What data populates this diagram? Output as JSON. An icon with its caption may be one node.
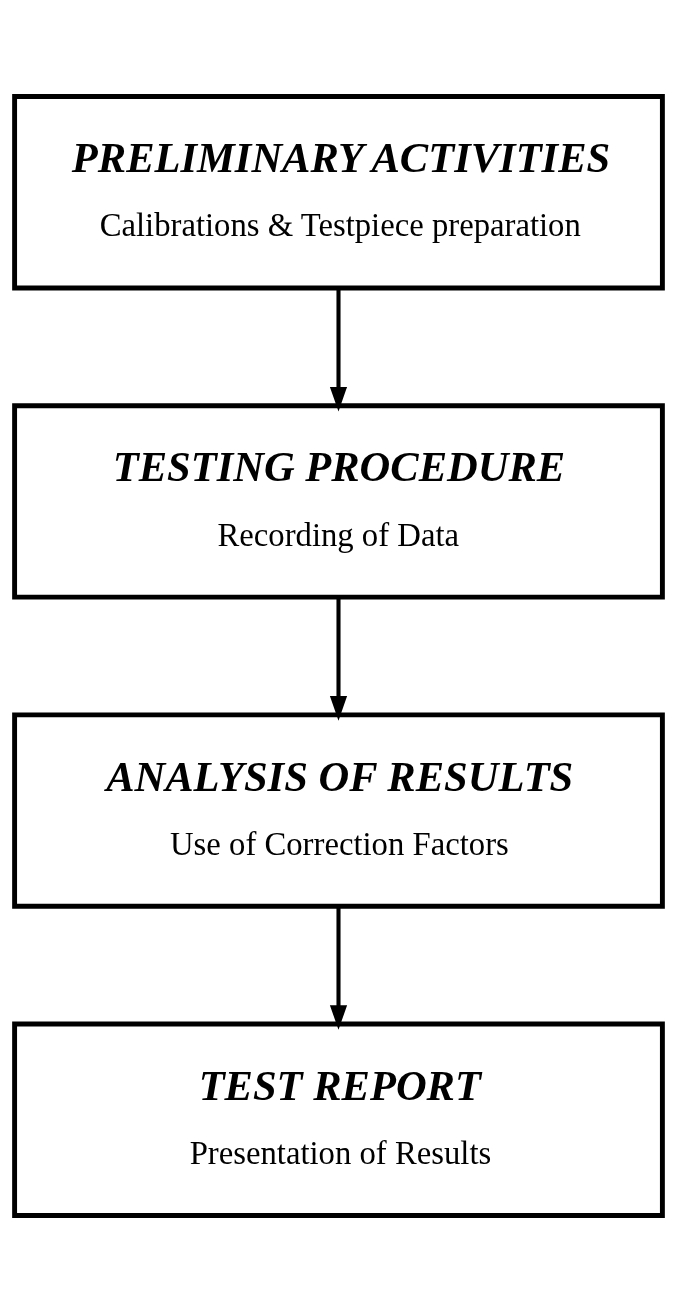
{
  "diagram": {
    "nodes": [
      {
        "text": [
          "PRELIMINARY ACTIVITIES",
          "Calibrations & Testpiece preparation"
        ]
      },
      {
        "text": [
          "TESTING PROCEDURE",
          "Recording of Data"
        ]
      },
      {
        "text": [
          "ANALYSIS OF RESULTS",
          "Use of Correction Factors"
        ]
      },
      {
        "text": [
          "TEST REPORT",
          "Presentation of Results"
        ]
      }
    ],
    "edges": [
      {
        "from": 0,
        "to": 1,
        "arrow": "to"
      },
      {
        "from": 1,
        "to": 2,
        "arrow": "to"
      },
      {
        "from": 2,
        "to": 3,
        "arrow": "to"
      }
    ]
  }
}
